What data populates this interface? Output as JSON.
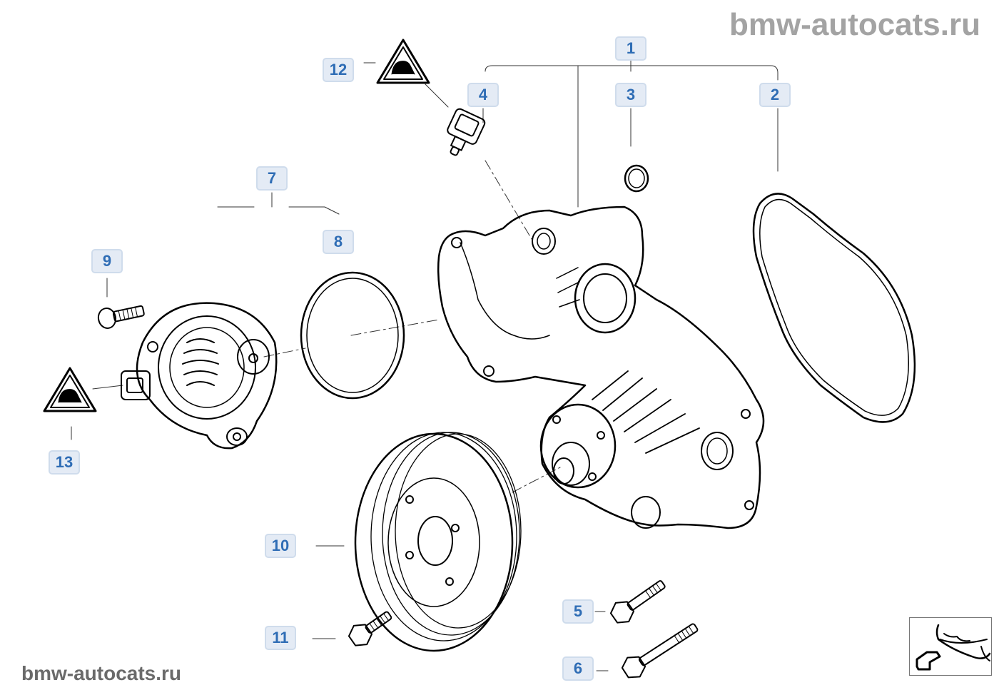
{
  "watermark": {
    "top": "bmw-autocats.ru",
    "bottom": "bmw-autocats.ru"
  },
  "diagram": {
    "title": "Water pump / thermostat exploded view",
    "label_colors": {
      "fill": "#e4ebf5",
      "border": "#cfdcec",
      "text": "#2f6db5"
    },
    "callouts": [
      {
        "number": "1",
        "part": "water-pump-assembly"
      },
      {
        "number": "2",
        "part": "gasket-water-pump"
      },
      {
        "number": "3",
        "part": "o-ring-small"
      },
      {
        "number": "4",
        "part": "temperature-sensor"
      },
      {
        "number": "5",
        "part": "hex-bolt-short"
      },
      {
        "number": "6",
        "part": "hex-bolt-long"
      },
      {
        "number": "7",
        "part": "thermostat-kit"
      },
      {
        "number": "8",
        "part": "o-ring-large"
      },
      {
        "number": "9",
        "part": "bolt-thermostat-housing"
      },
      {
        "number": "10",
        "part": "pulley"
      },
      {
        "number": "11",
        "part": "hex-bolt-pulley"
      },
      {
        "number": "12",
        "part": "warning-symbol-sensor"
      },
      {
        "number": "13",
        "part": "warning-symbol-thermostat"
      }
    ]
  },
  "navigation": {
    "thumbnail_icon": "front-bumper-arrow-icon"
  }
}
